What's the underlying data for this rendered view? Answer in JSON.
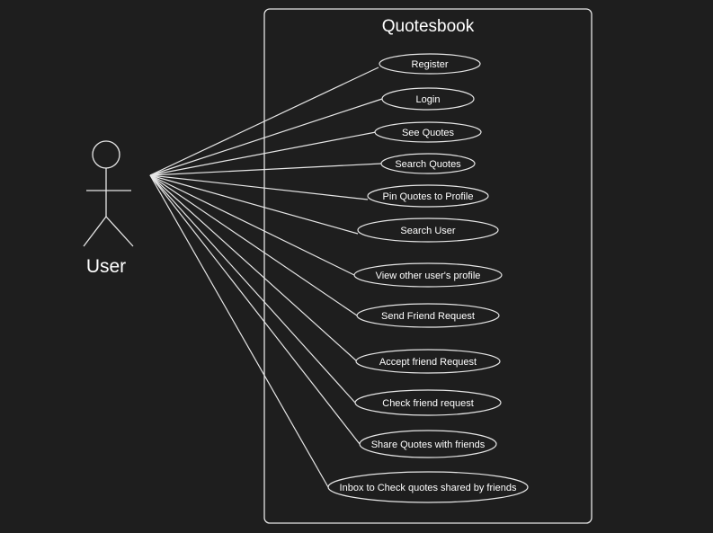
{
  "diagram": {
    "system_title": "Quotesbook",
    "actor_label": "User",
    "colors": {
      "background": "#1e1e1e",
      "stroke": "#e6e6e6",
      "text": "#ffffff"
    },
    "use_cases": [
      "Register",
      "Login",
      "See Quotes",
      "Search Quotes",
      "Pin Quotes to Profile",
      "Search User",
      "View other user's profile",
      "Send Friend Request",
      "Accept friend Request",
      "Check friend request",
      "Share Quotes with friends",
      "Inbox to Check quotes shared by friends"
    ]
  }
}
